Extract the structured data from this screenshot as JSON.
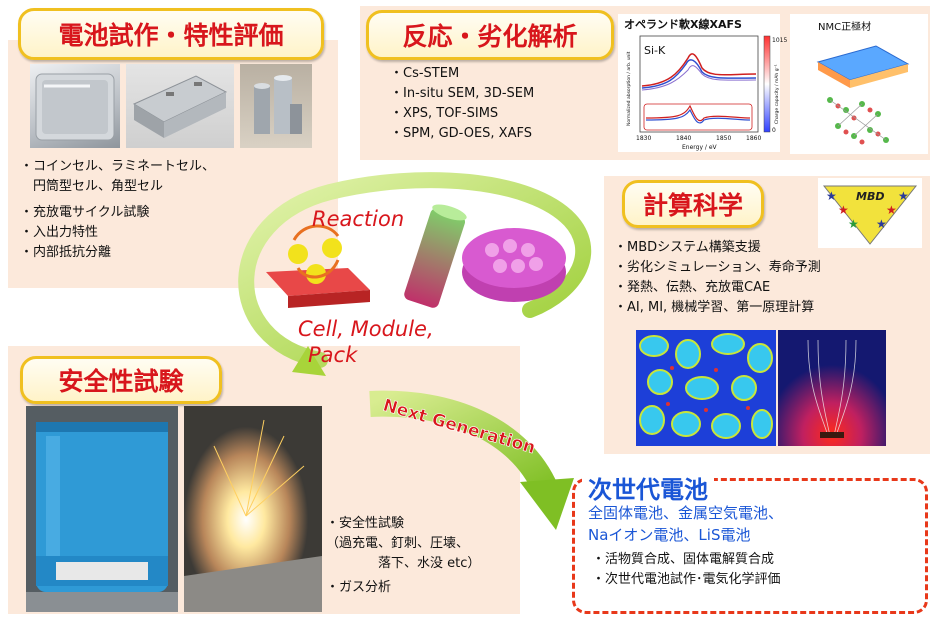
{
  "cell_panel": {
    "title": "電池試作・特性評価",
    "items": [
      "・コインセル、ラミネートセル、",
      "　円筒型セル、角型セル",
      "・充放電サイクル試験",
      "・入出力特性",
      "・内部抵抗分離"
    ]
  },
  "analysis_panel": {
    "title": "反応・劣化解析",
    "items": [
      "・Cs-STEM",
      "・In-situ SEM, 3D-SEM",
      "・XPS, TOF-SIMS",
      "・SPM, GD-OES, XAFS"
    ],
    "xafs_chart": {
      "title": "オペランド軟X線XAFS",
      "series_label": "Si-K",
      "xlabel": "Energy / eV",
      "ylabel": "Normalized absorption / arb. unit",
      "colorbar_label": "Charge capacity / mAh g⁻¹",
      "x_ticks": [
        "1830",
        "1840",
        "1850",
        "1860"
      ],
      "colorbar_ticks": [
        "1015",
        "0"
      ]
    },
    "nmc_label": "NMC正極材"
  },
  "compute_panel": {
    "title": "計算科学",
    "items": [
      "・MBDシステム構築支援",
      "・劣化シミュレーション、寿命予測",
      "・発熱、伝熱、充放電CAE",
      "・AI, MI, 機械学習、第一原理計算"
    ],
    "mbd_label": "MBD"
  },
  "safety_panel": {
    "title": "安全性試験",
    "items": [
      "・安全性試験",
      "（過充電、釘刺、圧壊、",
      "　　　　落下、水没 etc）",
      "・ガス分析"
    ]
  },
  "cycle": {
    "reaction_label": "Reaction",
    "cell_label_1": "Cell, Module,",
    "cell_label_2": "Pack",
    "next_label": "Next Generation"
  },
  "next_gen": {
    "title": "次世代電池",
    "line1": "全固体電池、金属空気電池、",
    "line2": "Naイオン電池、LiS電池",
    "items": [
      "・活物質合成、固体電解質合成",
      "・次世代電池試作･電気化学評価"
    ]
  },
  "colors": {
    "accent_red": "#d8161c",
    "panel_bg": "#fce9db",
    "blue_text": "#1a56d6",
    "arrow_green": "#9ccf2a"
  }
}
